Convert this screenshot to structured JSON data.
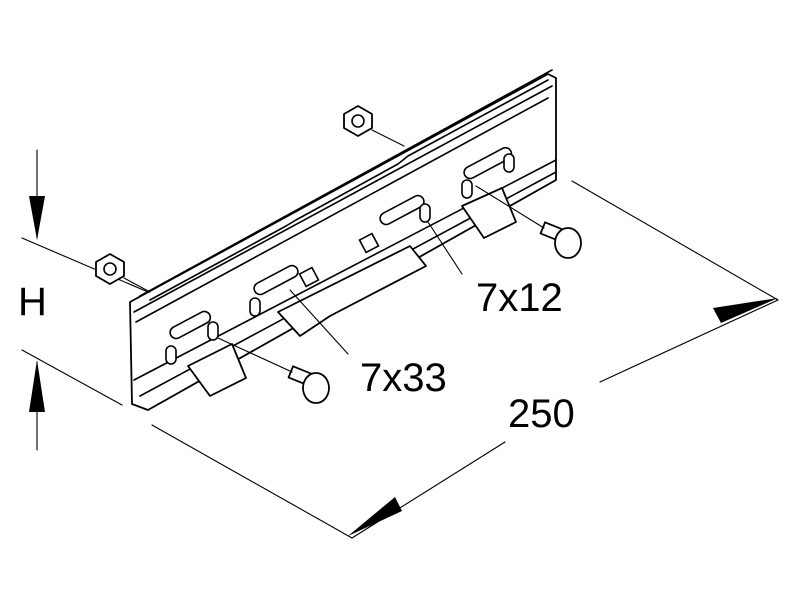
{
  "labels": {
    "height": "H",
    "slot_small": "7x12",
    "slot_long": "7x33",
    "length": "250"
  },
  "colors": {
    "line": "#000000",
    "background": "#ffffff"
  }
}
